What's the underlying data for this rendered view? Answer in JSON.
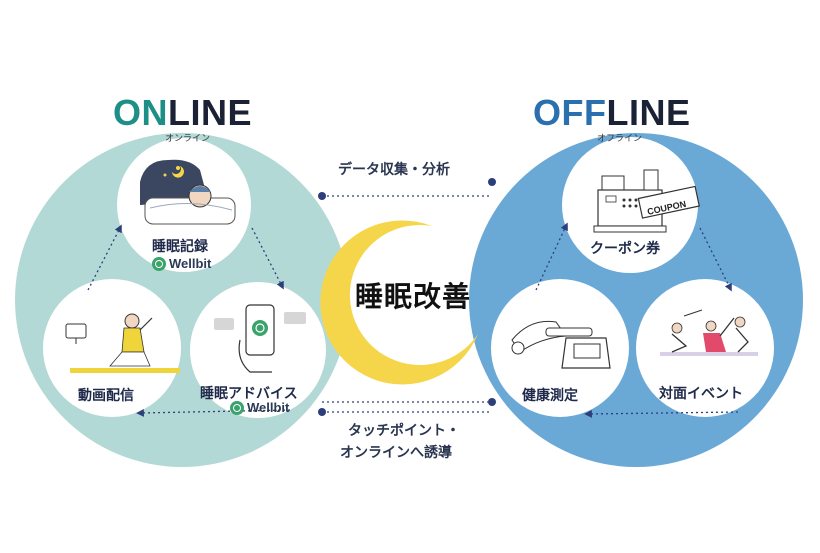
{
  "online": {
    "title_a": "ON",
    "title_b": "LINE",
    "subtitle": "オンライン"
  },
  "offline": {
    "title_a": "OFF",
    "title_b": "LINE",
    "subtitle": "オフライン"
  },
  "center": {
    "title": "睡眠改善"
  },
  "links": {
    "top_label": "データ収集・分析",
    "bottom_label_line1": "タッチポイント・",
    "bottom_label_line2": "オンラインへ誘導"
  },
  "online_nodes": {
    "sleep_record": "睡眠記録",
    "video": "動画配信",
    "advice": "睡眠アドバイス",
    "brand": "Wellbit"
  },
  "offline_nodes": {
    "coupon": "クーポン券",
    "health": "健康測定",
    "event": "対面イベント",
    "coupon_text": "COUPON"
  },
  "colors": {
    "online_circle": "#b3d9d6",
    "offline_circle": "#6aa9d6",
    "online_title": "#1d8f86",
    "offline_title": "#2a6fae",
    "title_dark": "#1b2235",
    "dot_line": "#2d3f7a",
    "moon": "#f5d64a"
  }
}
